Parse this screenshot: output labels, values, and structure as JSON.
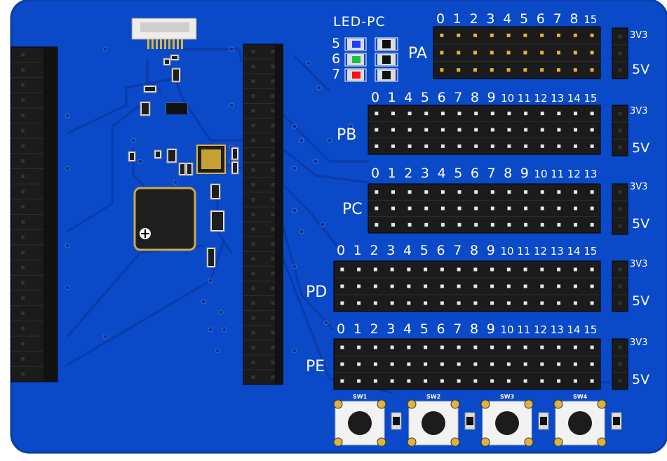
{
  "board": {
    "colors": {
      "pcb": "#0a49c7",
      "pcb_edge": "#0a3da6",
      "header": "#1b1b1b",
      "gold": "#e0b43c",
      "silk": "#ffffff",
      "pad": "#c9c9c9"
    },
    "led_label": "LED-PC",
    "led_rows": [
      {
        "num": "5",
        "color": "#1f3cff"
      },
      {
        "num": "6",
        "color": "#20c040"
      },
      {
        "num": "7",
        "color": "#ff1010"
      }
    ],
    "ports": [
      {
        "name": "PA",
        "pins": [
          "0",
          "1",
          "2",
          "3",
          "4",
          "5",
          "6",
          "7",
          "8",
          "15"
        ],
        "power_top": "3V3",
        "power_bottom": "5V"
      },
      {
        "name": "PB",
        "pins": [
          "0",
          "1",
          "4",
          "5",
          "6",
          "7",
          "8",
          "9",
          "10",
          "11",
          "12",
          "13",
          "14",
          "15"
        ],
        "power_top": "3V3",
        "power_bottom": "5V"
      },
      {
        "name": "PC",
        "pins": [
          "0",
          "1",
          "2",
          "3",
          "4",
          "5",
          "6",
          "7",
          "8",
          "9",
          "10",
          "11",
          "12",
          "13"
        ],
        "power_top": "3V3",
        "power_bottom": "5V"
      },
      {
        "name": "PD",
        "pins": [
          "0",
          "1",
          "2",
          "3",
          "4",
          "5",
          "6",
          "7",
          "8",
          "9",
          "10",
          "11",
          "12",
          "13",
          "14",
          "15"
        ],
        "power_top": "3V3",
        "power_bottom": "5V"
      },
      {
        "name": "PE",
        "pins": [
          "0",
          "1",
          "2",
          "3",
          "4",
          "5",
          "6",
          "7",
          "8",
          "9",
          "10",
          "11",
          "12",
          "13",
          "14",
          "15"
        ],
        "power_top": "3V3",
        "power_bottom": "5V"
      }
    ],
    "switches": [
      "SW1",
      "SW2",
      "SW3",
      "SW4"
    ]
  }
}
